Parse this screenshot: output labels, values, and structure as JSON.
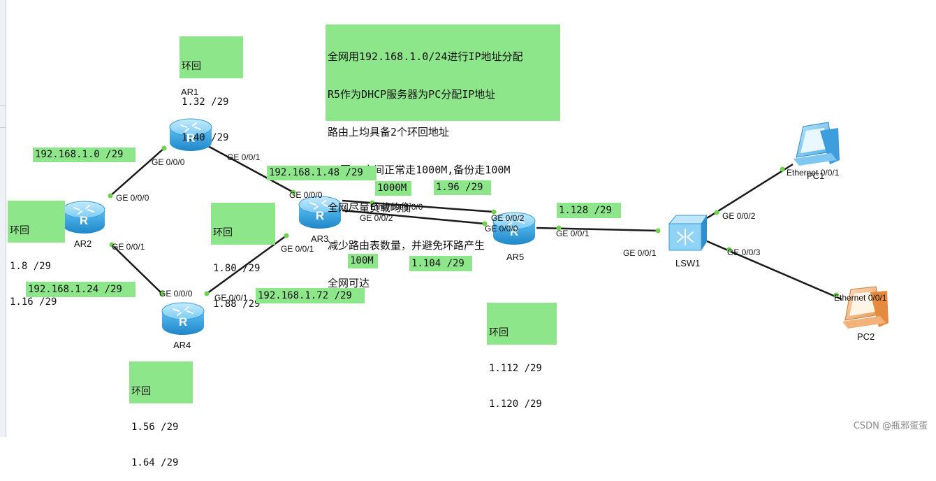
{
  "requirements": {
    "lines": [
      "全网用192.168.1.0/24进行IP地址分配",
      "R5作为DHCP服务器为PC分配IP地址",
      "路由上均具备2个环回地址",
      "R6写R7之间正常走1000M,备份走100M",
      "全网尽量负载均衡",
      "减少路由表数量，并避免环路产生",
      "全网可达"
    ]
  },
  "loopbacks": {
    "ar1": [
      "环回",
      "1.32 /29",
      "1.40 /29"
    ],
    "ar2": [
      "环回",
      "1.8 /29",
      "1.16 /29"
    ],
    "ar3": [
      "环回",
      "1.80 /29",
      "1.88 /29"
    ],
    "ar4": [
      "环回",
      "1.56 /29",
      "1.64 /29"
    ],
    "ar5": [
      "环回",
      "1.112 /29",
      "1.120 /29"
    ]
  },
  "subnets": {
    "ar1_ar2": "192.168.1.0 /29",
    "ar1_ar3": "192.168.1.48 /29",
    "ar2_ar4": "192.168.1.24 /29",
    "ar4_ar3": "192.168.1.72 /29",
    "ar3_ar5_main": "1.96 /29",
    "ar3_ar5_backup": "1.104 /29",
    "ar5_lsw1": "1.128 /29"
  },
  "link_speeds": {
    "main": "1000M",
    "backup": "100M"
  },
  "devices": {
    "ar1": "AR1",
    "ar2": "AR2",
    "ar3": "AR3",
    "ar4": "AR4",
    "ar5": "AR5",
    "lsw1": "LSW1",
    "pc1": "PC1",
    "pc2": "PC2"
  },
  "interfaces": {
    "ar1_ge000": "GE 0/0/0",
    "ar1_ge001": "GE 0/0/1",
    "ar2_ge000": "GE 0/0/0",
    "ar2_ge001": "GE 0/0/1",
    "ar3_ge000": "GE 0/0/0",
    "ar3_eth400": "Ethernet 4/0/0",
    "ar3_ge002": "GE 0/0/2",
    "ar3_ge001": "GE 0/0/1",
    "ar4_ge000": "GE 0/0/0",
    "ar4_ge001": "GE 0/0/1",
    "ar5_ge002": "GE 0/0/2",
    "ar5_ge000": "GE 0/0/0",
    "ar5_ge001": "GE 0/0/1",
    "lsw1_ge001": "GE 0/0/1",
    "lsw1_ge002": "GE 0/0/2",
    "lsw1_ge003": "GE 0/0/3",
    "pc1_eth": "Ethernet 0/0/1",
    "pc2_eth": "Ethernet 0/0/1"
  },
  "colors": {
    "note_bg": "#8ee68a",
    "router_body": "#2f9fe0",
    "router_top": "#8fd6fb",
    "link": "#1a1a1a",
    "port_dot": "#6dd34a"
  },
  "watermark": "CSDN @瓶邪蛋蛋"
}
